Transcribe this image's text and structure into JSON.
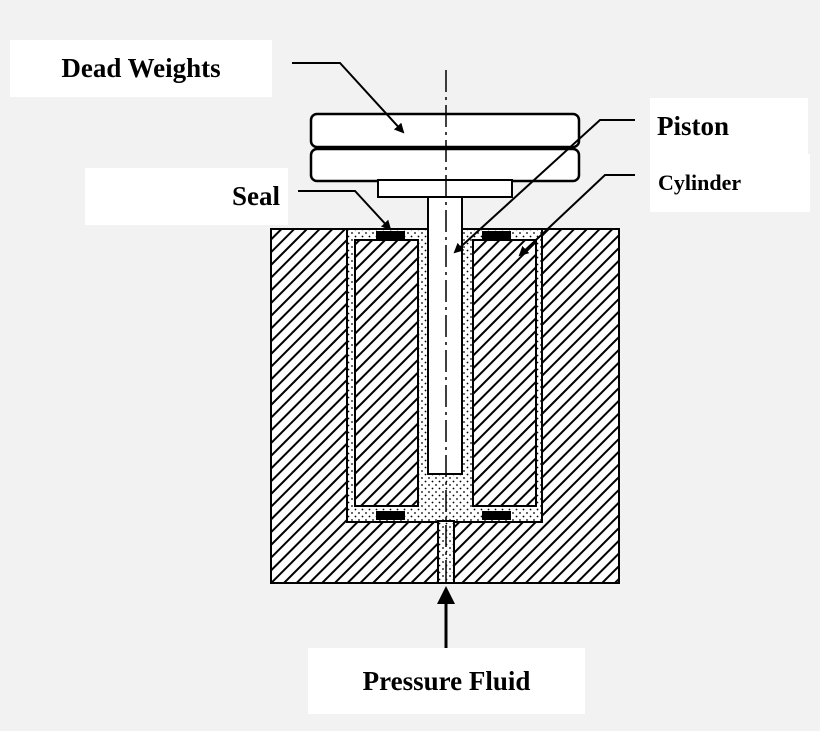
{
  "labels": {
    "dead_weights": "Dead Weights",
    "piston": "Piston",
    "cylinder": "Cylinder",
    "seal": "Seal",
    "pressure_fluid": "Pressure Fluid"
  },
  "colors": {
    "background": "#f2f2f2",
    "label_background": "#ffffff",
    "line": "#000000",
    "fluid_fill": "#ffffff"
  }
}
